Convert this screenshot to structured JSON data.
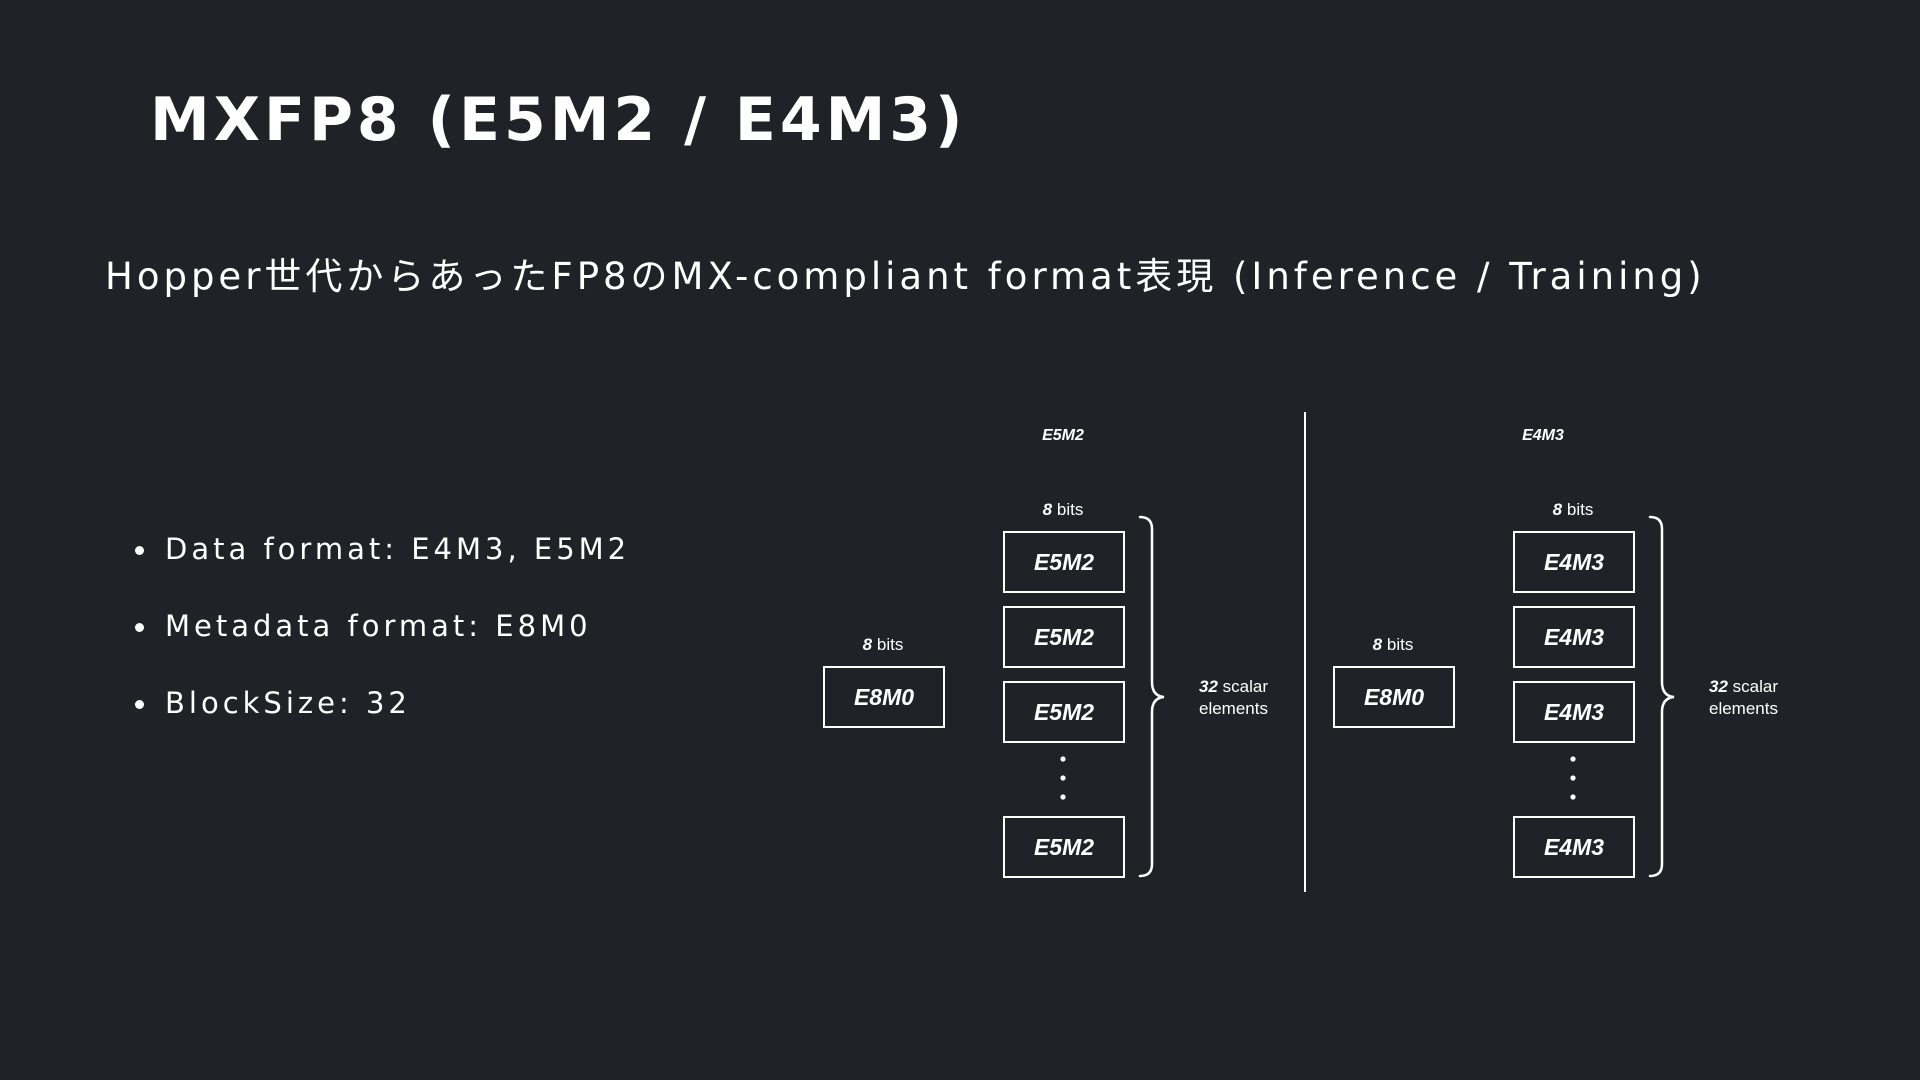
{
  "slide": {
    "title": "MXFP8 (E5M2 / E4M3)",
    "subtitle": "Hopper世代からあったFP8のMX-compliant format表現 (Inference / Training)",
    "bullets": [
      "Data format: E4M3, E5M2",
      "Metadata format: E8M0",
      "BlockSize: 32"
    ]
  },
  "diagram": {
    "panels": [
      {
        "header": "E5M2",
        "scale_bits_num": "8",
        "scale_bits_unit": " bits",
        "scale_label": "E8M0",
        "elem_bits_num": "8",
        "elem_bits_unit": " bits",
        "element_label": "E5M2",
        "count_num": "32",
        "count_unit": " scalar",
        "count_line2": "elements"
      },
      {
        "header": "E4M3",
        "scale_bits_num": "8",
        "scale_bits_unit": " bits",
        "scale_label": "E8M0",
        "elem_bits_num": "8",
        "elem_bits_unit": " bits",
        "element_label": "E4M3",
        "count_num": "32",
        "count_unit": " scalar",
        "count_line2": "elements"
      }
    ]
  }
}
